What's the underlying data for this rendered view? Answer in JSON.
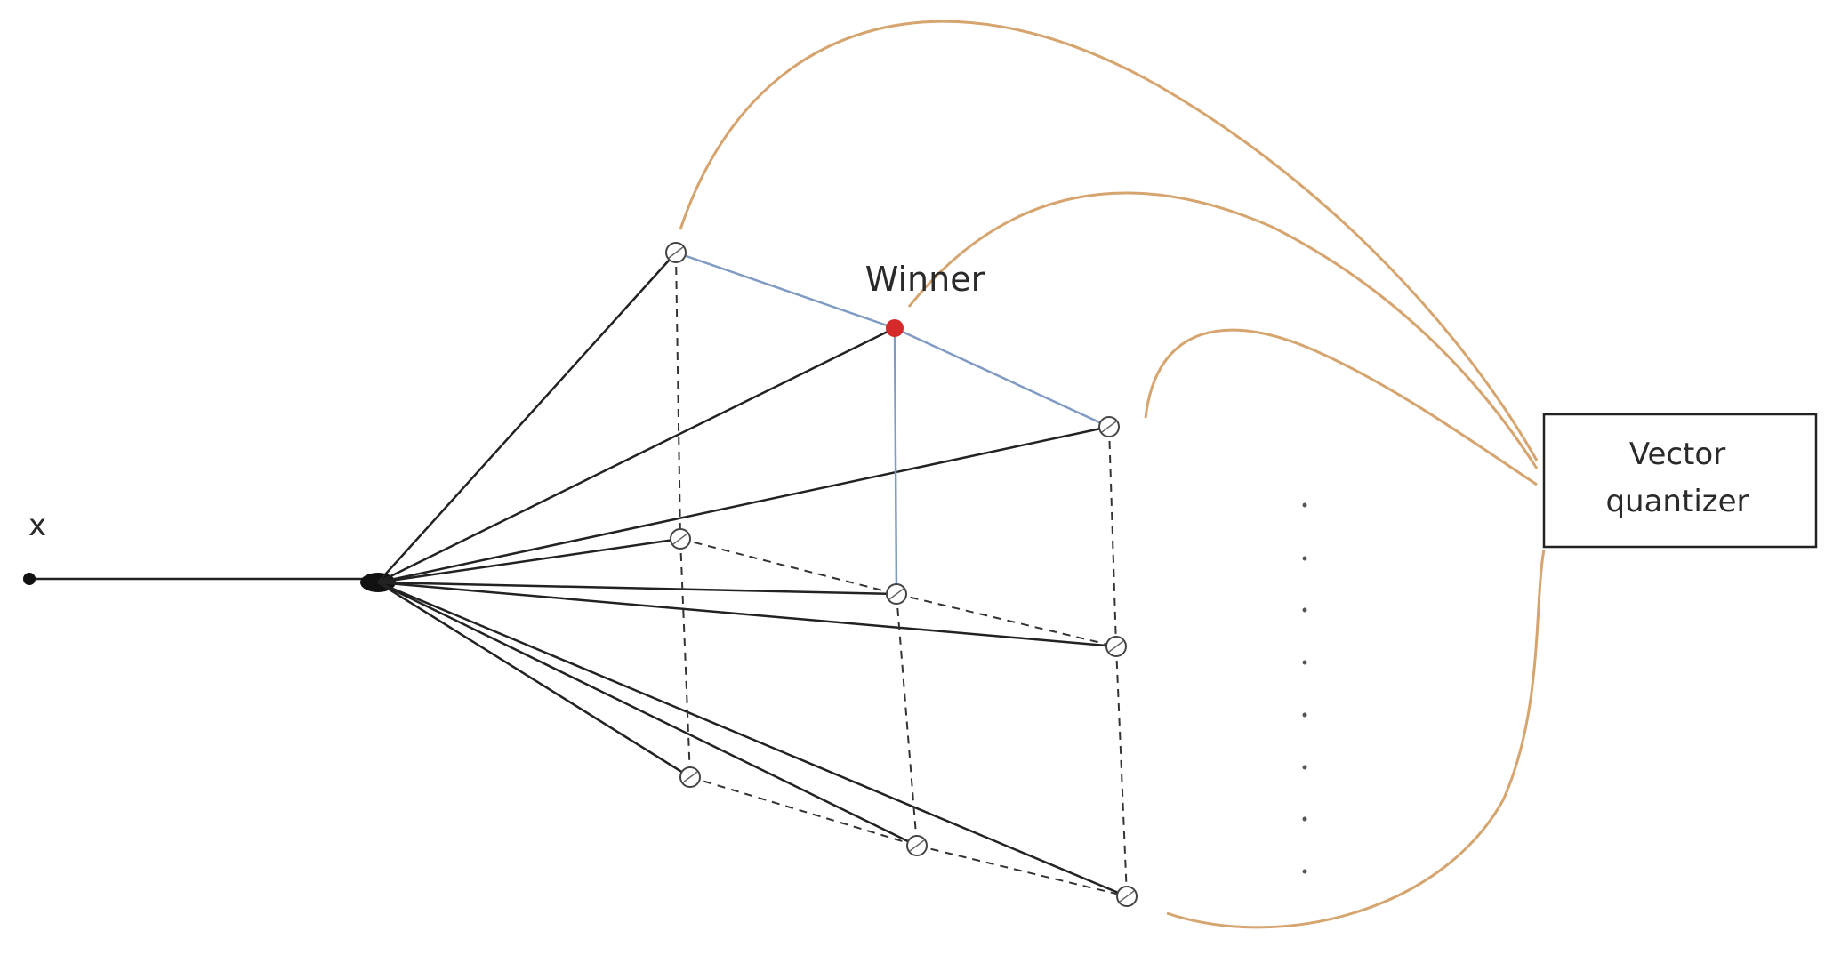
{
  "labels": {
    "input": "x",
    "winner": "Winner",
    "quantizer_line1": "Vector",
    "quantizer_line2": "quantizer"
  },
  "colors": {
    "solid_line": "#222222",
    "dashed_line": "#333333",
    "neighborhood_line": "#7f9bc4",
    "winner_node": "#d42a2a",
    "quantizer_connector": "#d6a46e",
    "node_outline": "#444444"
  }
}
